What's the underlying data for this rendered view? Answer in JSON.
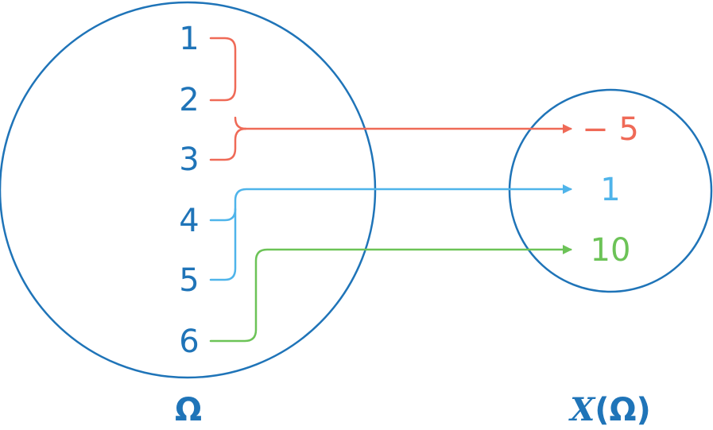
{
  "colors": {
    "set": "#1f74b8",
    "red": "#ef6a57",
    "blue": "#4fb4ea",
    "green": "#6cc357"
  },
  "omega": {
    "label": "Ω",
    "elements": [
      "1",
      "2",
      "3",
      "4",
      "5",
      "6"
    ]
  },
  "image_set": {
    "label_function": "X",
    "label_arg": "(Ω)",
    "values": [
      "− 5",
      "1",
      "10"
    ]
  }
}
